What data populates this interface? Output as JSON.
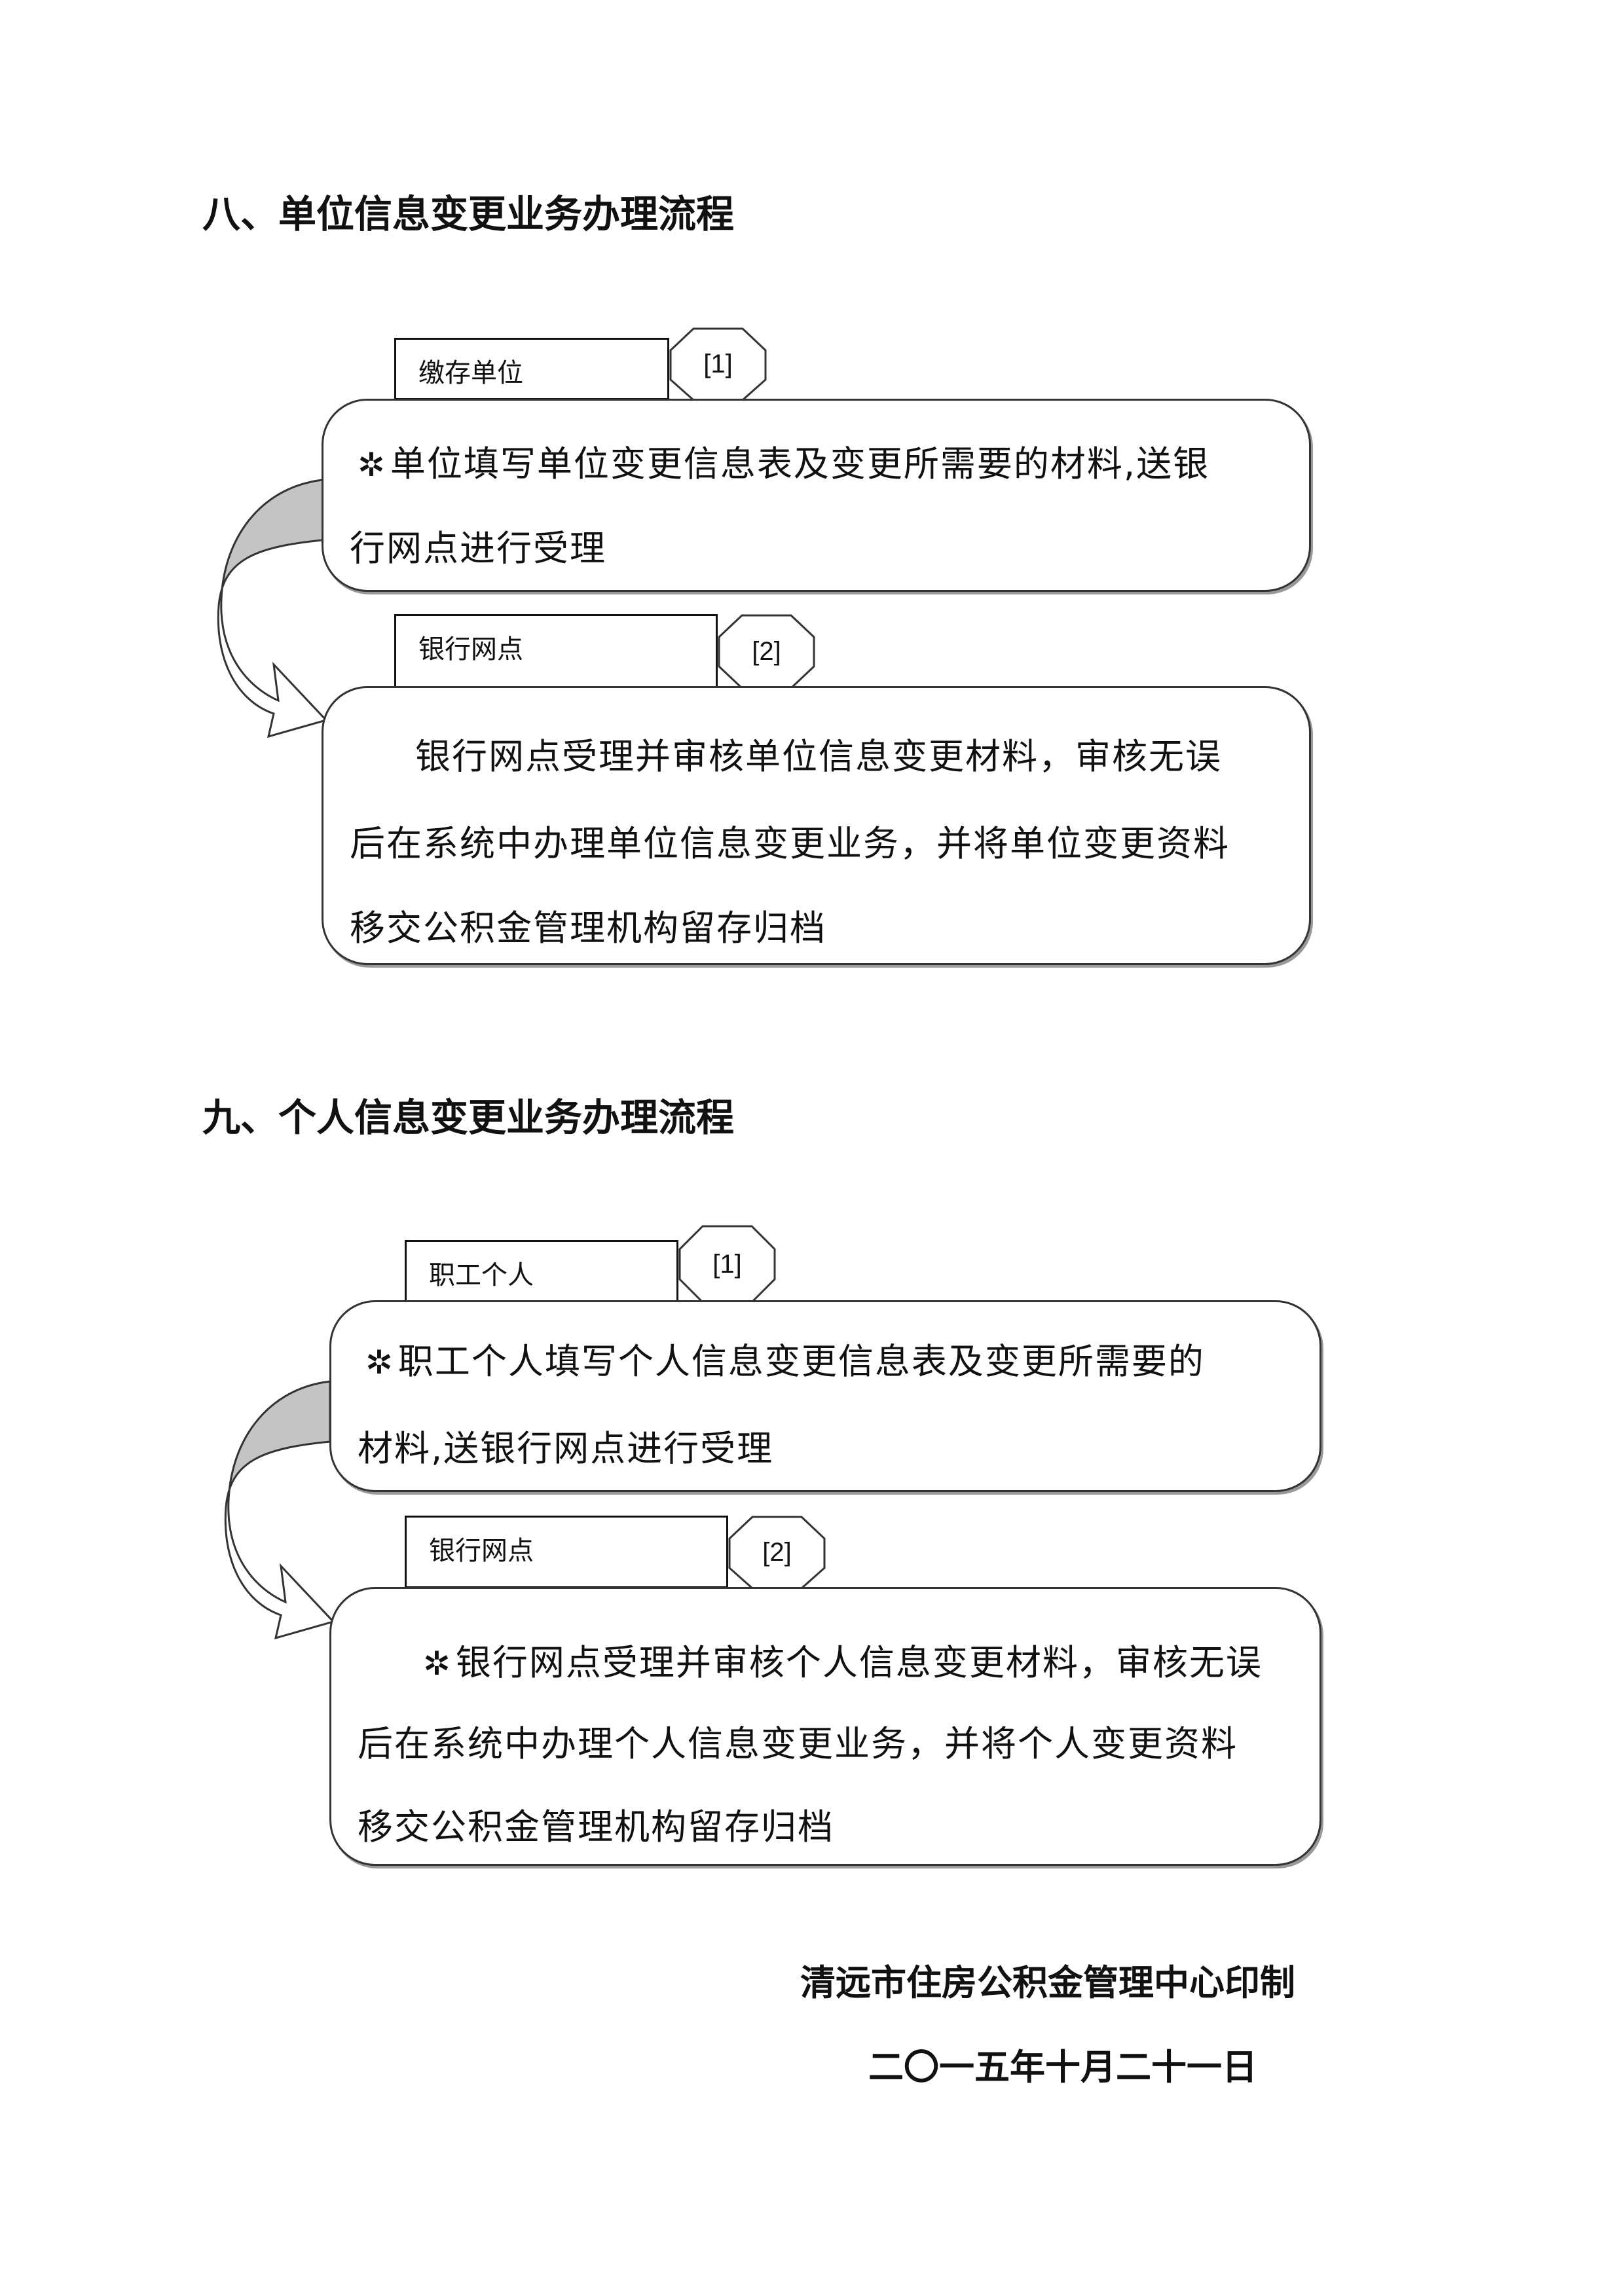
{
  "sections": [
    {
      "title": "八、单位信息变更业务办理流程",
      "steps": [
        {
          "actor": "缴存单位",
          "number": "[1]",
          "lines": [
            "单位填写单位变更信息表及变更所需要的材料,送银",
            "行网点进行受理"
          ],
          "icon": "star-icon"
        },
        {
          "actor": "银行网点",
          "number": "[2]",
          "lines": [
            "银行网点受理并审核单位信息变更材料，审核无误",
            "后在系统中办理单位信息变更业务，并将单位变更资料",
            "移交公积金管理机构留存归档"
          ]
        }
      ]
    },
    {
      "title": "九、个人信息变更业务办理流程",
      "steps": [
        {
          "actor": "职工个人",
          "number": "[1]",
          "lines": [
            "职工个人填写个人信息变更信息表及变更所需要的",
            "材料,送银行网点进行受理"
          ],
          "icon": "star-icon"
        },
        {
          "actor": "银行网点",
          "number": "[2]",
          "lines": [
            "银行网点受理并审核个人信息变更材料，审核无误",
            "后在系统中办理个人信息变更业务，并将个人变更资料",
            "移交公积金管理机构留存归档"
          ],
          "icon": "star-icon"
        }
      ]
    }
  ],
  "footer": {
    "issuer": "清远市住房公积金管理中心印制",
    "date": "二〇一五年十月二十一日"
  },
  "star_glyph": "✲",
  "arrow_fill": "#c4c4c4"
}
